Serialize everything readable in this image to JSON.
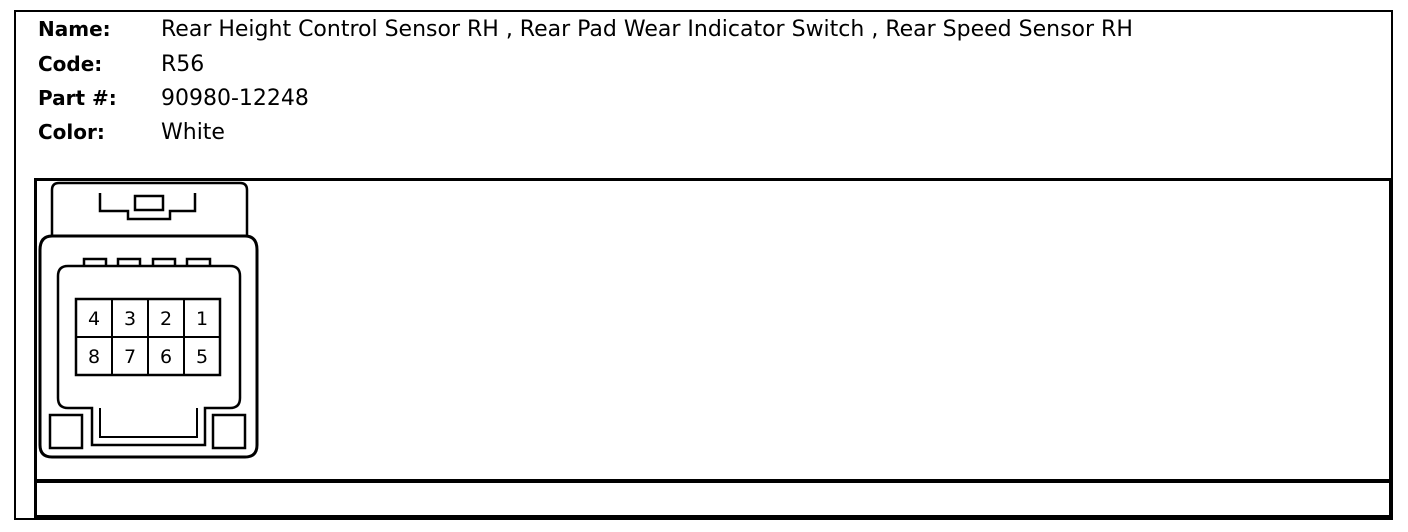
{
  "info": {
    "name_label": "Name:",
    "name_value": "Rear Height Control Sensor RH , Rear Pad Wear Indicator Switch , Rear Speed Sensor RH",
    "code_label": "Code:",
    "code_value": "R56",
    "part_label": "Part #:",
    "part_value": "90980-12248",
    "color_label": "Color:",
    "color_value": "White"
  },
  "connector": {
    "pins_top": [
      "4",
      "3",
      "2",
      "1"
    ],
    "pins_bottom": [
      "8",
      "7",
      "6",
      "5"
    ]
  }
}
